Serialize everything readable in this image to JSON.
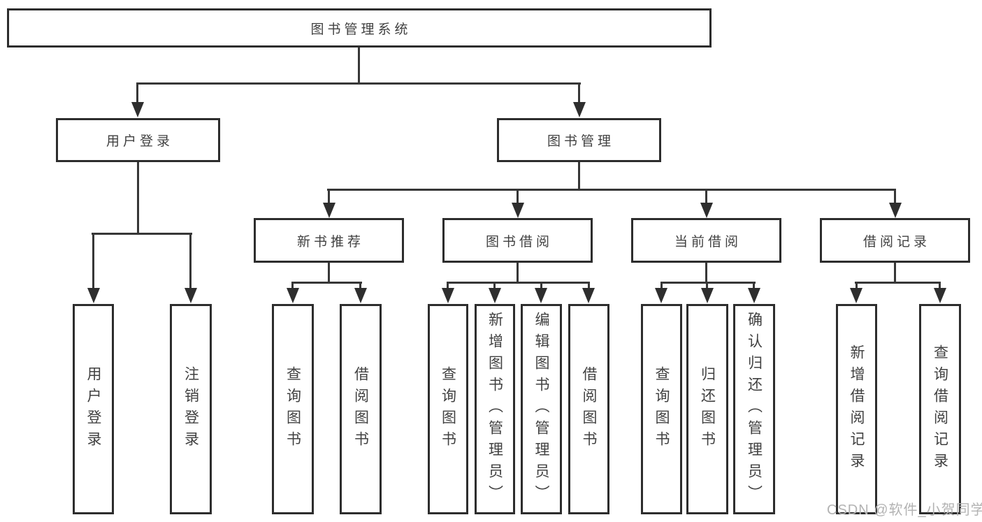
{
  "diagram": {
    "type": "hierarchy-tree",
    "title": "图书管理系统",
    "tree": {
      "label": "图书管理系统",
      "children": [
        {
          "label": "用户登录",
          "children": [
            {
              "label": "用户登录"
            },
            {
              "label": "注销登录"
            }
          ]
        },
        {
          "label": "图书管理",
          "children": [
            {
              "label": "新书推荐",
              "children": [
                {
                  "label": "查询图书"
                },
                {
                  "label": "借阅图书"
                }
              ]
            },
            {
              "label": "图书借阅",
              "children": [
                {
                  "label": "查询图书"
                },
                {
                  "label": "新增图书（管理员）"
                },
                {
                  "label": "编辑图书（管理员）"
                },
                {
                  "label": "借阅图书"
                }
              ]
            },
            {
              "label": "当前借阅",
              "children": [
                {
                  "label": "查询图书"
                },
                {
                  "label": "归还图书"
                },
                {
                  "label": "确认归还（管理员）"
                }
              ]
            },
            {
              "label": "借阅记录",
              "children": [
                {
                  "label": "新增借阅记录"
                },
                {
                  "label": "查询借阅记录"
                }
              ]
            }
          ]
        }
      ]
    },
    "colors": {
      "background": "#ffffff",
      "box_border": "#2d2d2d",
      "box_fill": "#ffffff",
      "text": "#414141",
      "connector": "#373737",
      "watermark": "#b3b3b3"
    },
    "watermark": {
      "text": "CSDN @软件_小贺同学"
    }
  }
}
